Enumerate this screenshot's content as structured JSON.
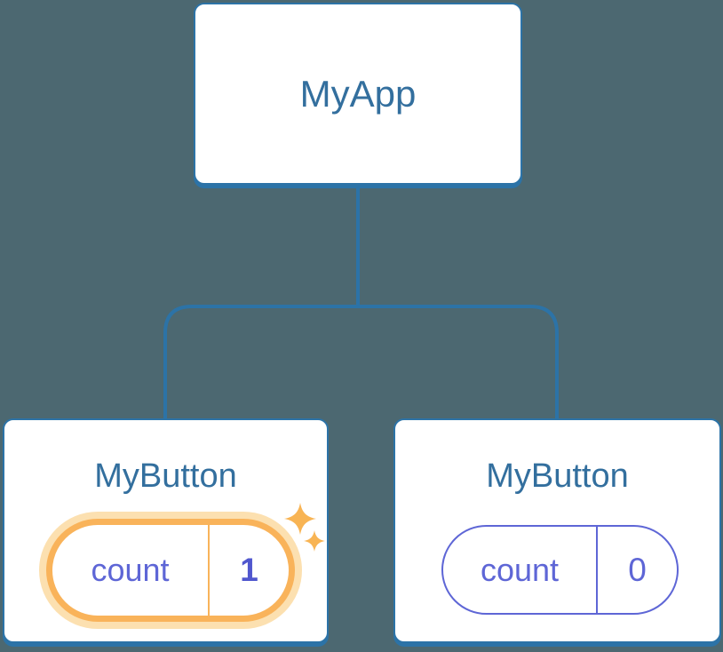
{
  "diagram": {
    "root": {
      "label": "MyApp"
    },
    "left_child": {
      "label": "MyButton",
      "state": {
        "name": "count",
        "value": "1",
        "highlighted": true
      }
    },
    "right_child": {
      "label": "MyButton",
      "state": {
        "name": "count",
        "value": "0",
        "highlighted": false
      }
    }
  },
  "colors": {
    "background": "#4C6871",
    "line_blue": "#2C73A7",
    "card_bg": "#FFFFFF",
    "label_blue": "#336F9E",
    "state_purple": "#5E66D6",
    "state_value_purple": "#5057CE",
    "highlight_orange": "#F9B35A",
    "halo_orange": "#FCE0B0",
    "sparkle_orange": "#F8B454"
  }
}
